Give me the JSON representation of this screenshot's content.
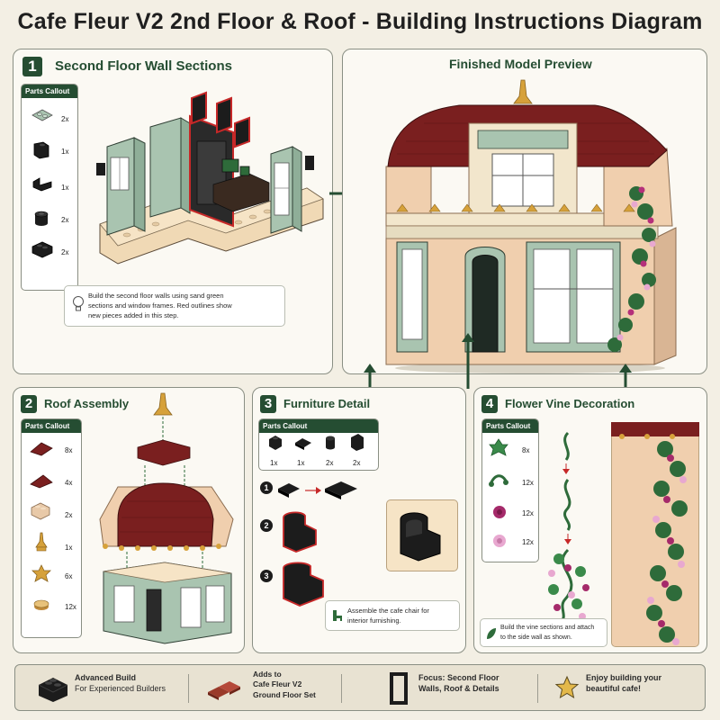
{
  "title": "Cafe Fleur V2 2nd Floor & Roof - Building Instructions Diagram",
  "callout_header": "Parts Callout",
  "step1": {
    "number": "1",
    "title": "Second Floor Wall Sections",
    "quantities": [
      "2x",
      "1x",
      "1x",
      "2x",
      "2x"
    ],
    "note": [
      "Build the second floor walls using sand green",
      "sections and window frames. Red outlines show",
      "new pieces added in this step."
    ]
  },
  "preview": {
    "title": "Finished Model Preview"
  },
  "step2": {
    "number": "2",
    "title": "Roof Assembly",
    "quantities": [
      "8x",
      "4x",
      "2x",
      "1x",
      "6x",
      "12x"
    ]
  },
  "step3": {
    "number": "3",
    "title": "Furniture Detail",
    "quantities": [
      "1x",
      "1x",
      "2x",
      "2x"
    ],
    "substeps": [
      "1",
      "2",
      "3"
    ],
    "note": [
      "Assemble the cafe chair for",
      "interior furnishing."
    ]
  },
  "step4": {
    "number": "4",
    "title": "Flower Vine Decoration",
    "quantities": [
      "8x",
      "12x",
      "12x",
      "12x"
    ],
    "note": [
      "Build the vine sections and attach",
      "to the side wall as shown."
    ]
  },
  "footer": {
    "item1": [
      "Advanced Build",
      "For Experienced Builders"
    ],
    "item2": [
      "Adds to",
      "Cafe Fleur V2",
      "Ground Floor Set"
    ],
    "item3": [
      "Focus: Second Floor",
      "Walls, Roof & Details"
    ],
    "item4": [
      "Enjoy building your",
      "beautiful cafe!"
    ]
  },
  "colors": {
    "accent_green": "#254d32",
    "sand_green": "#a9c4b0",
    "dark_red": "#7a1f1f",
    "tan": "#e8c9a8",
    "gold": "#d6a13a"
  }
}
